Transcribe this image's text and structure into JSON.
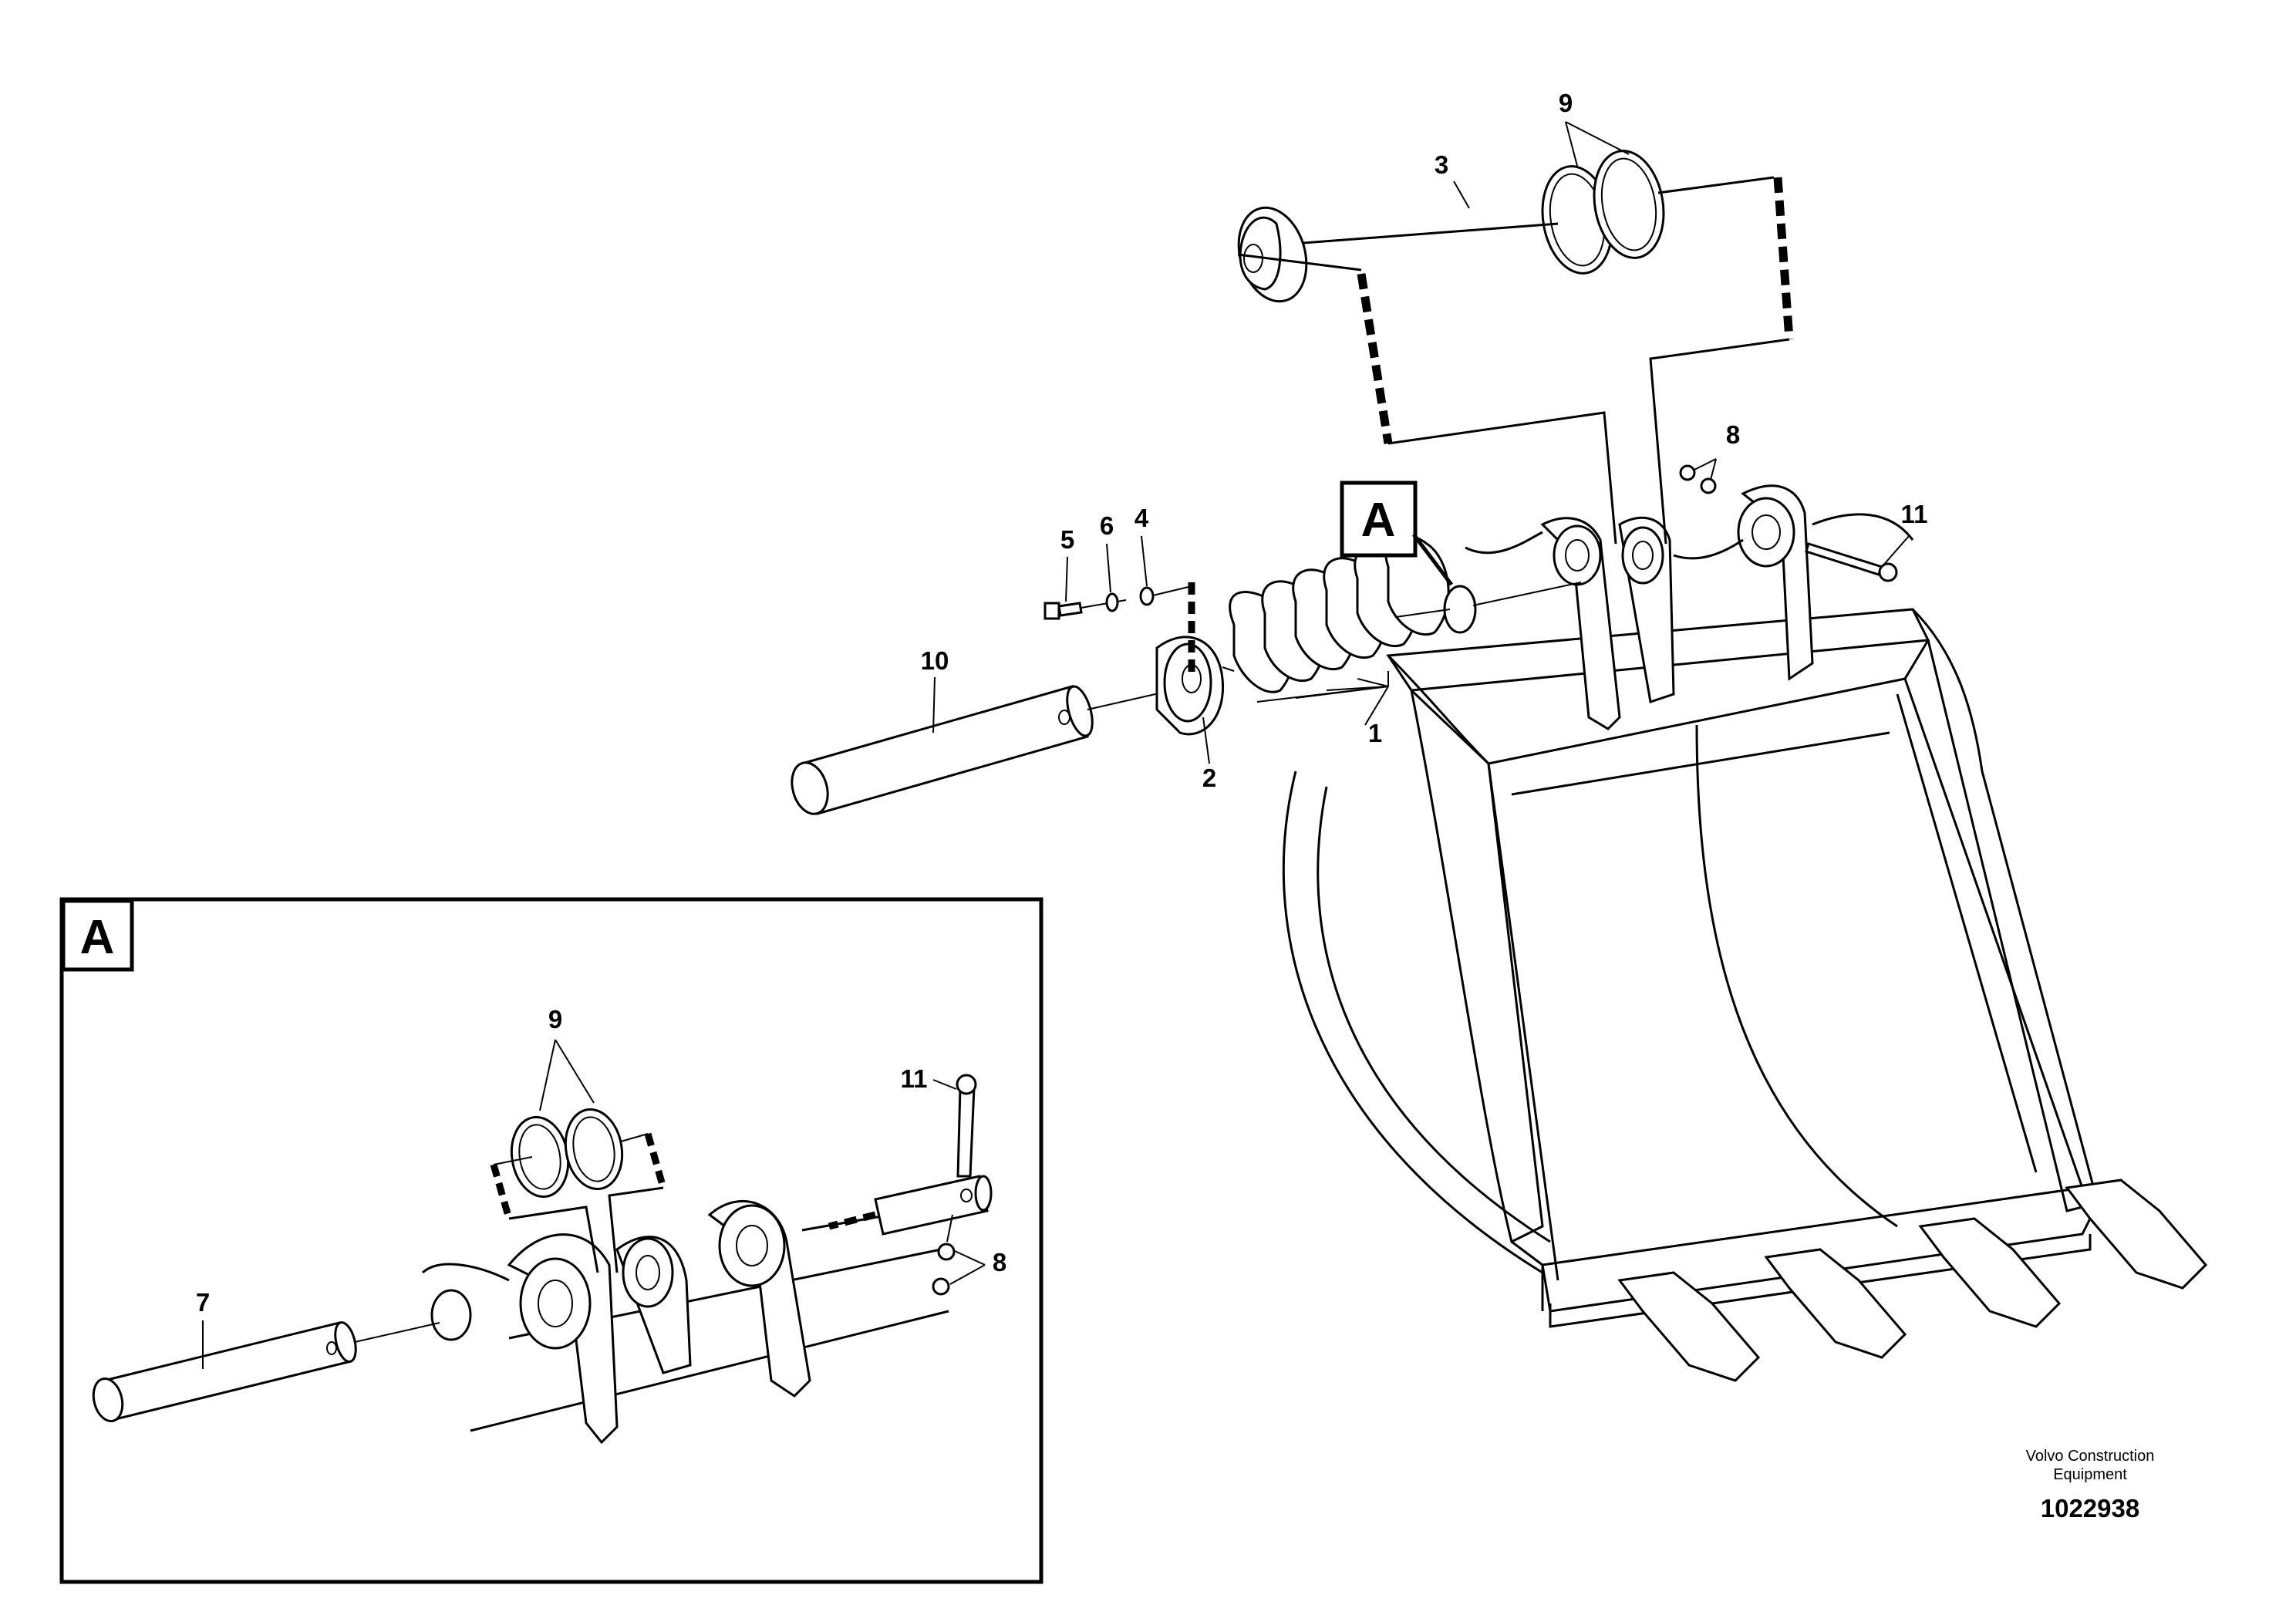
{
  "diagram": {
    "main_labels": {
      "p1": "1",
      "p2": "2",
      "p3": "3",
      "p4": "4",
      "p5": "5",
      "p6": "6",
      "p8": "8",
      "p9": "9",
      "p10": "10",
      "p11": "11"
    },
    "callout_letter": "A",
    "detail_box": {
      "letter": "A",
      "labels": {
        "p7": "7",
        "p8": "8",
        "p9": "9",
        "p11": "11"
      }
    },
    "footer": {
      "company_line1": "Volvo Construction",
      "company_line2": "Equipment",
      "drawing_number": "1022938"
    }
  }
}
